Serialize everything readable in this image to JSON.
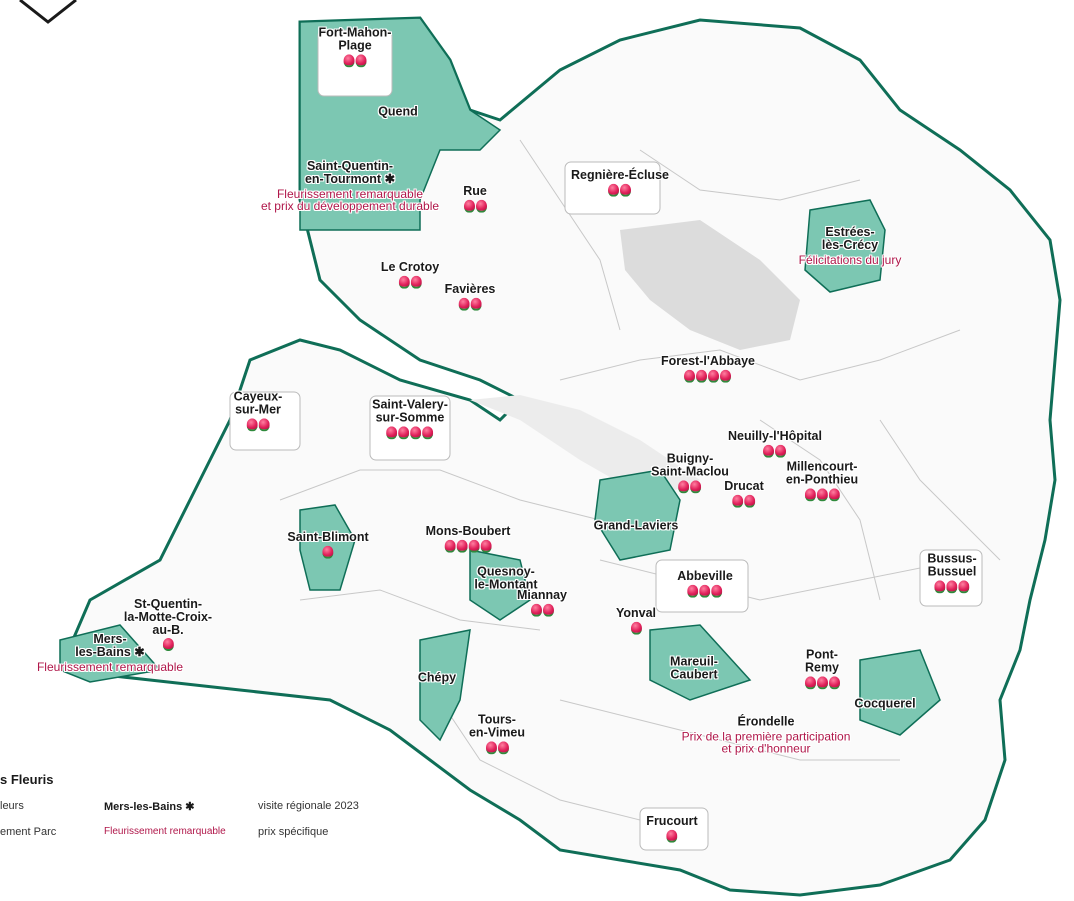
{
  "colors": {
    "outline": "#0f6e57",
    "highlight": "#7cc7b2",
    "prize": "#b0174a",
    "forest": "#d9d9d9"
  },
  "villages": [
    {
      "name": "Fort-Mahon-\nPlage",
      "flowers": 2,
      "prize": ""
    },
    {
      "name": "Quend",
      "flowers": 0,
      "prize": ""
    },
    {
      "name": "Saint-Quentin-\nen-Tourmont ✱",
      "flowers": 0,
      "prize": "Fleurissement remarquable\net prix du développement durable"
    },
    {
      "name": "Rue",
      "flowers": 2,
      "prize": ""
    },
    {
      "name": "Le Crotoy",
      "flowers": 2,
      "prize": ""
    },
    {
      "name": "Favières",
      "flowers": 2,
      "prize": ""
    },
    {
      "name": "Regnière-Écluse",
      "flowers": 2,
      "prize": ""
    },
    {
      "name": "Estrées-\nlès-Crécy",
      "flowers": 0,
      "prize": "Félicitations du jury"
    },
    {
      "name": "Forest-l'Abbaye",
      "flowers": 4,
      "prize": ""
    },
    {
      "name": "Cayeux-\nsur-Mer",
      "flowers": 2,
      "prize": ""
    },
    {
      "name": "Saint-Valery-\nsur-Somme",
      "flowers": 4,
      "prize": ""
    },
    {
      "name": "Neuilly-l'Hôpital",
      "flowers": 2,
      "prize": ""
    },
    {
      "name": "Buigny-\nSaint-Maclou",
      "flowers": 2,
      "prize": ""
    },
    {
      "name": "Millencourt-\nen-Ponthieu",
      "flowers": 3,
      "prize": ""
    },
    {
      "name": "Drucat",
      "flowers": 2,
      "prize": ""
    },
    {
      "name": "Grand-Laviers",
      "flowers": 0,
      "prize": ""
    },
    {
      "name": "Saint-Blimont",
      "flowers": 1,
      "prize": ""
    },
    {
      "name": "Mons-Boubert",
      "flowers": 4,
      "prize": ""
    },
    {
      "name": "Quesnoy-\nle-Montant",
      "flowers": 0,
      "prize": ""
    },
    {
      "name": "Miannay",
      "flowers": 2,
      "prize": ""
    },
    {
      "name": "Abbeville",
      "flowers": 3,
      "prize": ""
    },
    {
      "name": "Bussus-\nBussuel",
      "flowers": 3,
      "prize": ""
    },
    {
      "name": "Yonval",
      "flowers": 1,
      "prize": ""
    },
    {
      "name": "St-Quentin-\nla-Motte-Croix-\nau-B.",
      "flowers": 1,
      "prize": ""
    },
    {
      "name": "Mers-\nles-Bains ✱",
      "flowers": 0,
      "prize": "Fleurissement remarquable"
    },
    {
      "name": "Chépy",
      "flowers": 0,
      "prize": ""
    },
    {
      "name": "Mareuil-\nCaubert",
      "flowers": 0,
      "prize": ""
    },
    {
      "name": "Pont-\nRemy",
      "flowers": 3,
      "prize": ""
    },
    {
      "name": "Cocquerel",
      "flowers": 0,
      "prize": ""
    },
    {
      "name": "Érondelle",
      "flowers": 0,
      "prize": "Prix de la première participation\net prix d'honneur"
    },
    {
      "name": "Tours-\nen-Vimeu",
      "flowers": 2,
      "prize": ""
    },
    {
      "name": "Frucourt",
      "flowers": 1,
      "prize": ""
    }
  ],
  "legend": {
    "title": "s Fleuris",
    "row1_left": "leurs",
    "row2_left": "ement Parc",
    "sample_name": "Mers-les-Bains ✱",
    "sample_name_desc": "visite régionale 2023",
    "sample_prize": "Fleurissement remarquable",
    "sample_prize_desc": "prix spécifique"
  }
}
